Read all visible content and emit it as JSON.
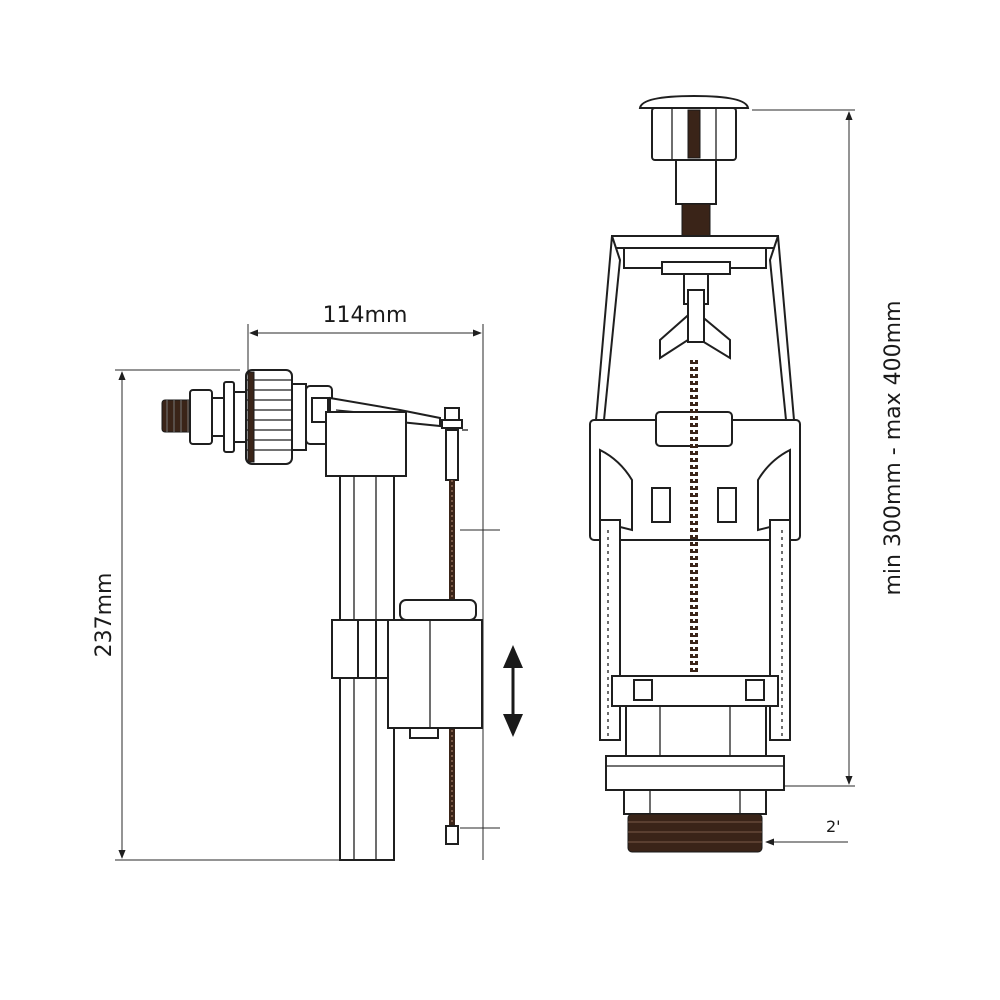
{
  "fill_valve": {
    "width_label": "114mm",
    "height_label": "237mm"
  },
  "flush_valve": {
    "height_label": "min 300mm - max 400mm",
    "thread_label": "2'"
  }
}
